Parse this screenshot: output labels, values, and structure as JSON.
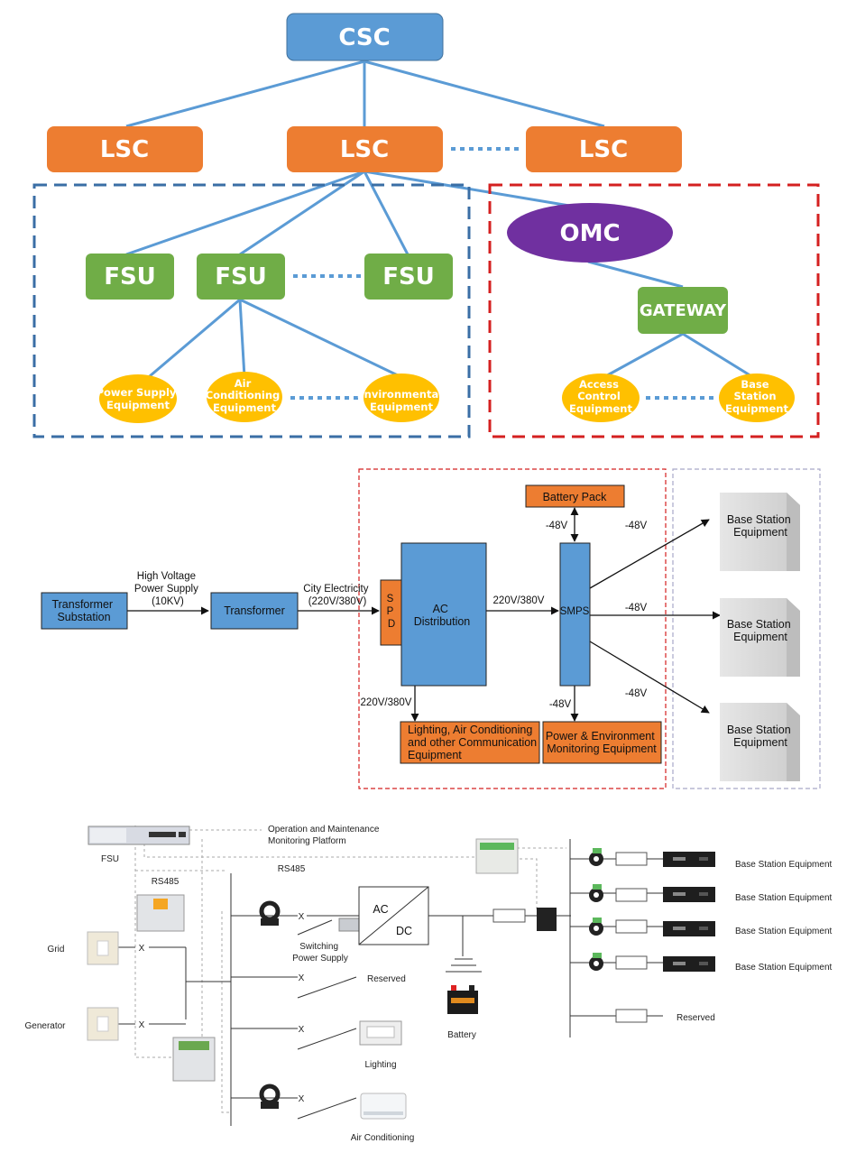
{
  "hierarchy": {
    "csc": "CSC",
    "lsc": [
      "LSC",
      "LSC",
      "LSC"
    ],
    "fsu": [
      "FSU",
      "FSU",
      "FSU"
    ],
    "omc": "OMC",
    "gateway": "GATEWAY",
    "fsu_devices": [
      [
        "Power Supply",
        "Equipment"
      ],
      [
        "Air",
        "Conditioning",
        "Equipment"
      ],
      [
        "Environmental",
        "Equipment"
      ]
    ],
    "gateway_devices": [
      [
        "Access",
        "Control",
        "Equipment"
      ],
      [
        "Base",
        "Station",
        "Equipment"
      ]
    ]
  },
  "power_flow": {
    "transformer_substation": [
      "Transformer",
      "Substation"
    ],
    "hv_label": [
      "High Voltage",
      "Power Supply",
      "(10KV)"
    ],
    "transformer": "Transformer",
    "city_label": [
      "City Electricity",
      "(220V/380V)"
    ],
    "spd": [
      "S",
      "P",
      "D"
    ],
    "ac_distribution": [
      "AC",
      "Distribution"
    ],
    "ac_to_smps": "220V/380V",
    "smps": "SMPS",
    "battery_pack": "Battery Pack",
    "battery_voltage": "-48V",
    "out_voltage": "-48V",
    "ac_down_voltage": "220V/380V",
    "lighting_box": [
      "Lighting, Air Conditioning",
      "and other Communication",
      "Equipment"
    ],
    "smps_down_voltage": "-48V",
    "monitor_box": [
      "Power & Environment",
      "Monitoring Equipment"
    ],
    "base_station": [
      "Base Station",
      "Equipment"
    ]
  },
  "wiring": {
    "fsu": "FSU",
    "platform": [
      "Operation and Maintenance",
      "Monitoring Platform"
    ],
    "rs485_a": "RS485",
    "rs485_b": "RS485",
    "grid": "Grid",
    "generator": "Generator",
    "ac": "AC",
    "dc": "DC",
    "switching_power": [
      "Switching",
      "Power Supply"
    ],
    "reserved_mid": "Reserved",
    "lighting": "Lighting",
    "air_conditioning": "Air Conditioning",
    "battery": "Battery",
    "base_station_equipment": [
      "Base Station Equipment",
      "Base Station Equipment",
      "Base Station Equipment",
      "Base Station Equipment"
    ],
    "reserved_right": "Reserved",
    "breaker_mark": "X"
  },
  "colors": {
    "blue": "#5b9bd5",
    "orange": "#ed7d31",
    "green": "#70ad47",
    "purple": "#7030a0",
    "yellow": "#ffc000",
    "connector": "#5b9bd5",
    "dashed_blue": "#3a6ea5",
    "dashed_red": "#d42020",
    "dashed_gray": "#a8a8c8"
  }
}
